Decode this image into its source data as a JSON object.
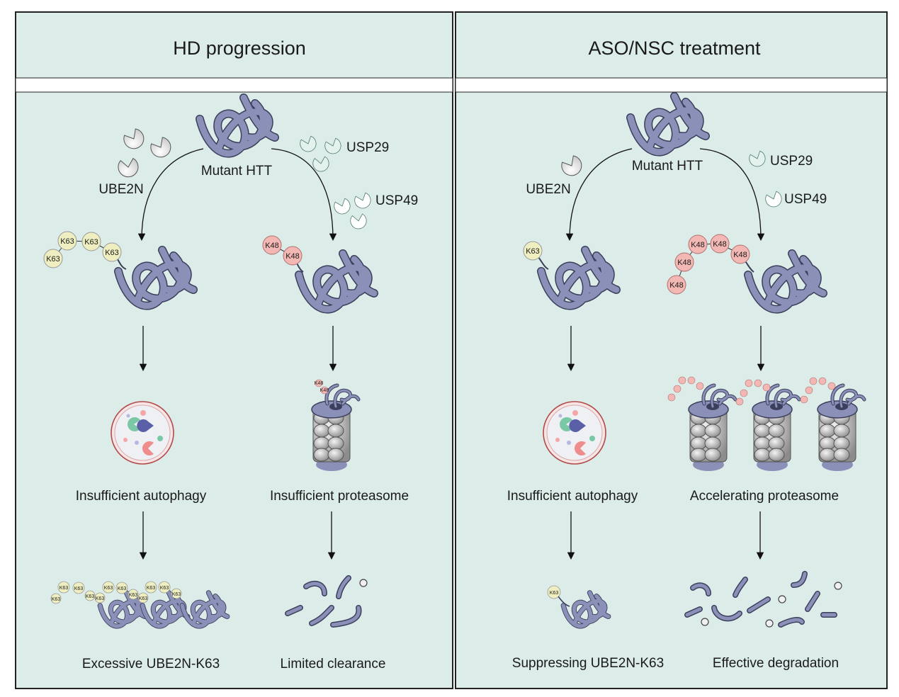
{
  "left_panel": {
    "title": "HD progression",
    "enzyme_label": "UBE2N",
    "substrate_label": "Mutant HTT",
    "dub1_label": "USP29",
    "dub2_label": "USP49",
    "k63_tag": "K63",
    "k48_tag": "K48",
    "left_caption": "Insufficient autophagy",
    "right_caption": "Insufficient proteasome",
    "left_outcome": "Excessive UBE2N-K63",
    "right_outcome": "Limited clearance"
  },
  "right_panel": {
    "title": "ASO/NSC treatment",
    "enzyme_label": "UBE2N",
    "substrate_label": "Mutant HTT",
    "dub1_label": "USP29",
    "dub2_label": "USP49",
    "k63_tag": "K63",
    "k48_tag": "K48",
    "left_caption": "Insufficient autophagy",
    "right_caption": "Accelerating proteasome",
    "left_outcome": "Suppressing UBE2N-K63",
    "right_outcome": "Effective degradation"
  },
  "colors": {
    "panel_bg": "#dcece9",
    "protein": "#8a90b8",
    "k63_fill": "#eeeec0",
    "k48_fill": "#f4b8b4",
    "usp_fill": "#e4f2ee",
    "ube2n_fill": "#eeeeee"
  }
}
